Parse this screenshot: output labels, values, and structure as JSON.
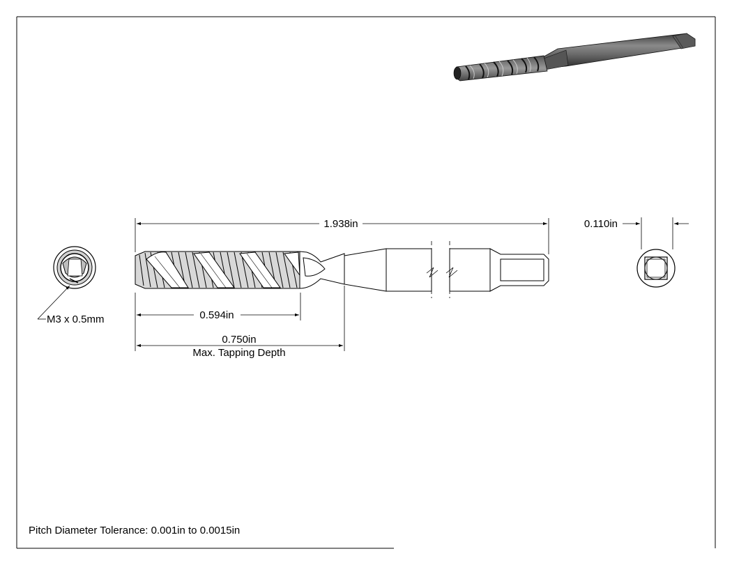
{
  "drawing": {
    "dimensions": {
      "overall_length": "1.938in",
      "square_width": "0.110in",
      "thread_length": "0.594in",
      "tapping_depth_value": "0.750in",
      "tapping_depth_label": "Max. Tapping Depth",
      "thread_callout": "M3 x 0.5mm"
    },
    "notes": {
      "pitch_tolerance": "Pitch Diameter Tolerance: 0.001in to 0.0015in"
    }
  }
}
